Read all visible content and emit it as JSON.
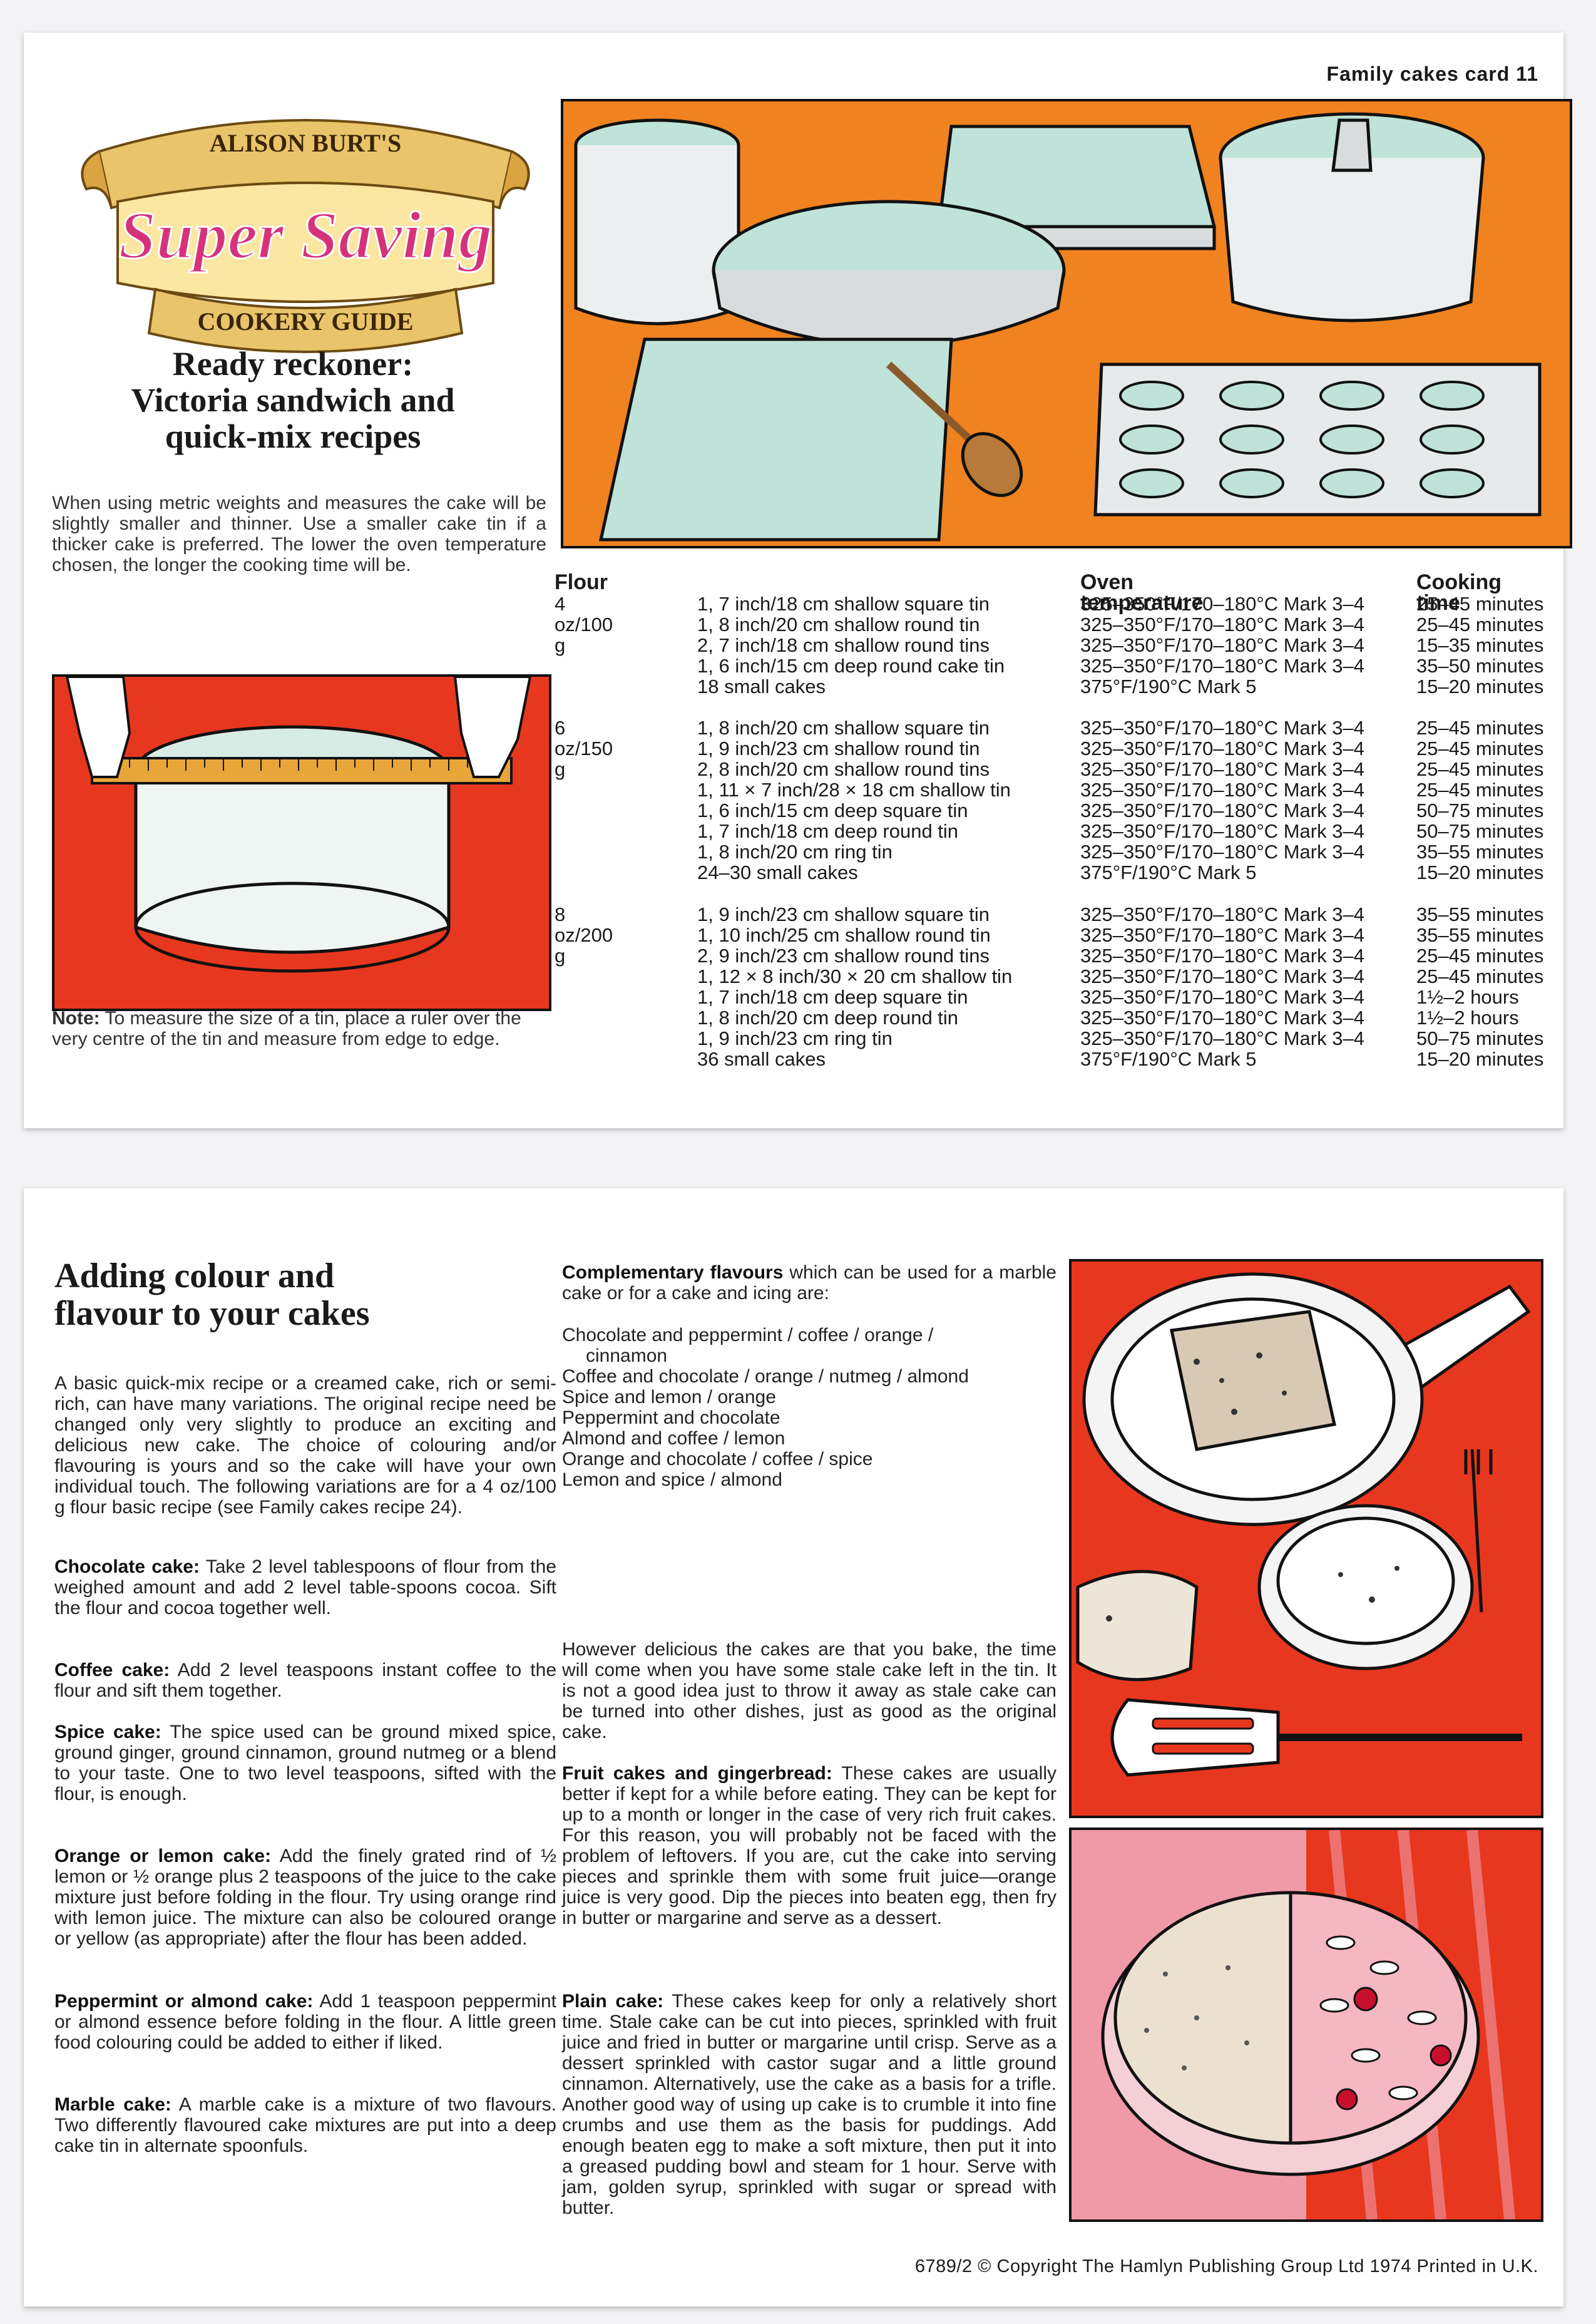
{
  "card1": {
    "card_number": "Family cakes card 11",
    "logo": {
      "top": "ALISON BURT'S",
      "middle": "Super Saving",
      "bottom": "COOKERY GUIDE"
    },
    "title_line1": "Ready reckoner:",
    "title_line2": "Victoria sandwich and",
    "title_line3": "quick-mix recipes",
    "intro": "When using metric weights and measures the cake will be slightly smaller and thinner. Use a smaller cake tin if a thicker cake is preferred. The lower the oven temperature chosen, the longer the cooking time will be.",
    "note_label": "Note:",
    "note_text": "To measure the size of a tin, place a ruler over the very centre of the tin and measure from edge to edge.",
    "table": {
      "headers": {
        "flour": "Flour",
        "oven": "Oven temperature",
        "time": "Cooking time"
      },
      "groups": [
        {
          "flour": "4 oz/100 g",
          "rows": [
            {
              "tin": "1, 7 inch/18 cm shallow square tin",
              "oven": "325–350°F/170–180°C Mark 3–4",
              "time": "25–45 minutes"
            },
            {
              "tin": "1, 8 inch/20 cm shallow round tin",
              "oven": "325–350°F/170–180°C Mark 3–4",
              "time": "25–45 minutes"
            },
            {
              "tin": "2, 7 inch/18 cm shallow round tins",
              "oven": "325–350°F/170–180°C Mark 3–4",
              "time": "15–35 minutes"
            },
            {
              "tin": "1, 6 inch/15 cm deep round cake tin",
              "oven": "325–350°F/170–180°C Mark 3–4",
              "time": "35–50 minutes"
            },
            {
              "tin": "18 small cakes",
              "oven": "375°F/190°C Mark 5",
              "time": "15–20 minutes"
            }
          ]
        },
        {
          "flour": "6 oz/150 g",
          "rows": [
            {
              "tin": "1, 8 inch/20 cm shallow square tin",
              "oven": "325–350°F/170–180°C Mark 3–4",
              "time": "25–45 minutes"
            },
            {
              "tin": "1, 9 inch/23 cm shallow round tin",
              "oven": "325–350°F/170–180°C Mark 3–4",
              "time": "25–45 minutes"
            },
            {
              "tin": "2, 8 inch/20 cm shallow round tins",
              "oven": "325–350°F/170–180°C Mark 3–4",
              "time": "25–45 minutes"
            },
            {
              "tin": "1, 11 × 7 inch/28 × 18 cm shallow tin",
              "oven": "325–350°F/170–180°C Mark 3–4",
              "time": "25–45 minutes"
            },
            {
              "tin": "1, 6 inch/15 cm deep square tin",
              "oven": "325–350°F/170–180°C Mark 3–4",
              "time": "50–75 minutes"
            },
            {
              "tin": "1, 7 inch/18 cm deep round tin",
              "oven": "325–350°F/170–180°C Mark 3–4",
              "time": "50–75 minutes"
            },
            {
              "tin": "1, 8 inch/20 cm ring tin",
              "oven": "325–350°F/170–180°C Mark 3–4",
              "time": "35–55 minutes"
            },
            {
              "tin": "24–30 small cakes",
              "oven": "375°F/190°C Mark 5",
              "time": "15–20 minutes"
            }
          ]
        },
        {
          "flour": "8 oz/200 g",
          "rows": [
            {
              "tin": "1, 9 inch/23 cm shallow square tin",
              "oven": "325–350°F/170–180°C Mark 3–4",
              "time": "35–55 minutes"
            },
            {
              "tin": "1, 10 inch/25 cm shallow round tin",
              "oven": "325–350°F/170–180°C Mark 3–4",
              "time": "35–55 minutes"
            },
            {
              "tin": "2, 9 inch/23 cm shallow round tins",
              "oven": "325–350°F/170–180°C Mark 3–4",
              "time": "25–45 minutes"
            },
            {
              "tin": "1, 12 × 8 inch/30 × 20 cm shallow tin",
              "oven": "325–350°F/170–180°C Mark 3–4",
              "time": "25–45 minutes"
            },
            {
              "tin": "1, 7 inch/18 cm deep square tin",
              "oven": "325–350°F/170–180°C Mark 3–4",
              "time": "1½–2 hours"
            },
            {
              "tin": "1, 8 inch/20 cm deep round tin",
              "oven": "325–350°F/170–180°C Mark 3–4",
              "time": "1½–2 hours"
            },
            {
              "tin": "1, 9 inch/23 cm ring tin",
              "oven": "325–350°F/170–180°C Mark 3–4",
              "time": "50–75 minutes"
            },
            {
              "tin": "36 small cakes",
              "oven": "375°F/190°C Mark 5",
              "time": "15–20 minutes"
            }
          ]
        }
      ]
    }
  },
  "card2": {
    "title_line1": "Adding colour and",
    "title_line2": "flavour to your cakes",
    "intro": "A basic quick-mix recipe or a creamed cake, rich or semi-rich, can have many variations. The original recipe need be changed only very slightly to produce an exciting and delicious new cake. The choice of colouring and/or flavouring is yours and so the cake will have your own individual touch. The following variations are for a 4 oz/100 g flour basic recipe (see Family cakes recipe 24).",
    "variations": [
      {
        "name": "Chocolate cake:",
        "text": "Take 2 level tablespoons of flour from the weighed amount and add 2 level table-spoons cocoa. Sift the flour and cocoa together well."
      },
      {
        "name": "Coffee cake:",
        "text": "Add 2 level teaspoons instant coffee to the flour and sift them together."
      },
      {
        "name": "Spice cake:",
        "text": "The spice used can be ground mixed spice, ground ginger, ground cinnamon, ground nutmeg or a blend to your taste. One to two level teaspoons, sifted with the flour, is enough."
      },
      {
        "name": "Orange or lemon cake:",
        "text": "Add the finely grated rind of ½ lemon or ½ orange plus 2 teaspoons of the juice to the cake mixture just before folding in the flour. Try using orange rind with lemon juice. The mixture can also be coloured orange or yellow (as appropriate) after the flour has been added."
      },
      {
        "name": "Peppermint or almond cake:",
        "text": "Add 1 teaspoon peppermint or almond essence before folding in the flour. A little green food colouring could be added to either if liked."
      },
      {
        "name": "Marble cake:",
        "text": "A marble cake is a mixture of two flavours. Two differently flavoured cake mixtures are put into a deep cake tin in alternate spoonfuls."
      }
    ],
    "complementary_label": "Complementary flavours",
    "complementary_text": "which can be used for a marble cake or for a cake and icing are:",
    "flavour_list": [
      "Chocolate and peppermint / coffee / orange /",
      "cinnamon",
      "Coffee and chocolate / orange / nutmeg / almond",
      "Spice and lemon / orange",
      "Peppermint and chocolate",
      "Almond and coffee / lemon",
      "Orange and chocolate / coffee / spice",
      "Lemon and spice / almond"
    ],
    "stale_text": "However delicious the cakes are that you bake, the time will come when you have some stale cake left in the tin. It is not a good idea just to throw it away as stale cake can be turned into other dishes, just as good as the original cake.",
    "fruit_label": "Fruit cakes and gingerbread:",
    "fruit_text": "These cakes are usually better if kept for a while before eating. They can be kept for up to a month or longer in the case of very rich fruit cakes. For this reason, you will probably not be faced with the problem of leftovers. If you are, cut the cake into serving pieces and sprinkle them with some fruit juice—orange juice is very good. Dip the pieces into beaten egg, then fry in butter or margarine and serve as a dessert.",
    "plain_label": "Plain cake:",
    "plain_text": "These cakes keep for only a relatively short time. Stale cake can be cut into pieces, sprinkled with fruit juice and fried in butter or margarine until crisp. Serve as a dessert sprinkled with castor sugar and a little ground cinnamon. Alternatively, use the cake as a basis for a trifle. Another good way of using up cake is to crumble it into fine crumbs and use them as the basis for puddings. Add enough beaten egg to make a soft mixture, then put it into a greased pudding bowl and steam for 1 hour. Serve with jam, golden syrup, sprinkled with sugar or spread with butter.",
    "copyright": "6789/2 © Copyright The Hamlyn Publishing Group Ltd 1974 Printed in U.K."
  },
  "colors": {
    "orange": "#f0821f",
    "red": "#e8371f",
    "pink": "#f09aa8",
    "tin_blue": "#bfe3d8",
    "logo_magenta": "#d6327a"
  }
}
